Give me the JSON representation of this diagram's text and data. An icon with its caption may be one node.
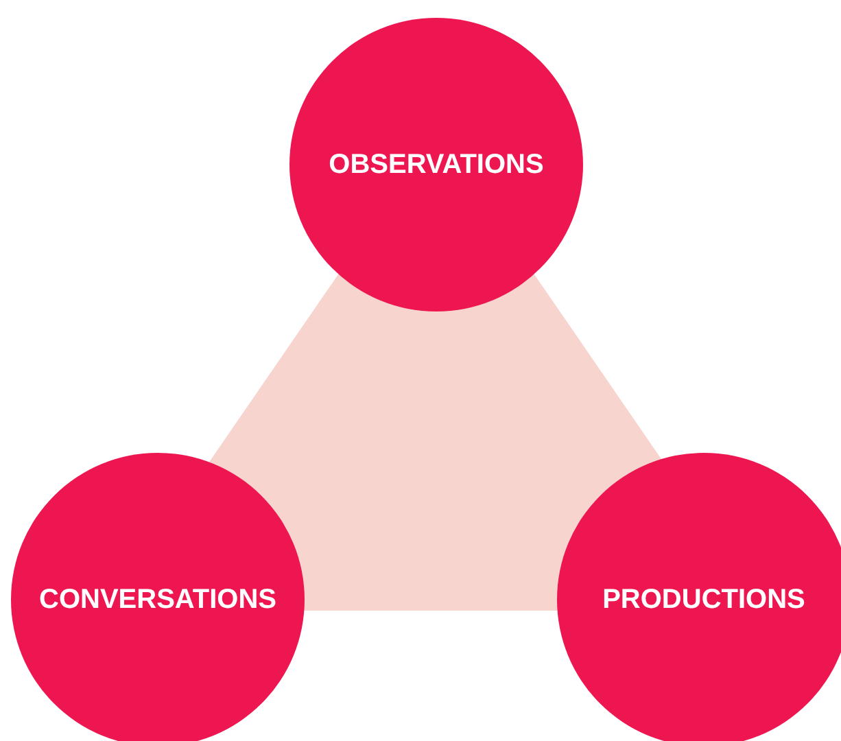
{
  "diagram": {
    "nodes": [
      {
        "text": [
          "OBSERVATIONS"
        ]
      },
      {
        "text": [
          "CONVERSATIONS"
        ]
      },
      {
        "text": [
          "PRODUCTIONS"
        ]
      }
    ],
    "edges": []
  }
}
